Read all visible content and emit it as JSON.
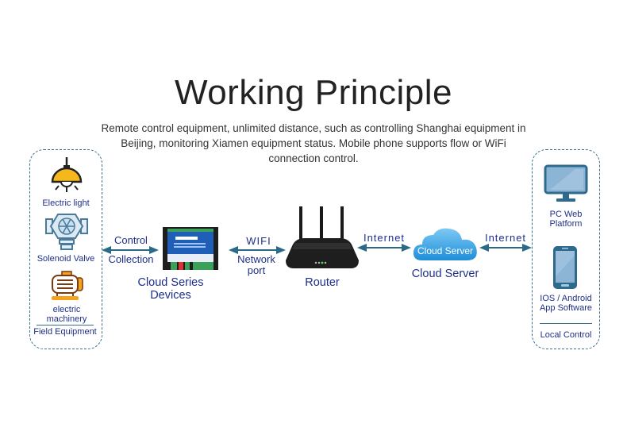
{
  "title": "Working Principle",
  "subtitle": "Remote control equipment, unlimited distance, such as controlling Shanghai equipment in Beijing, monitoring Xiamen equipment status. Mobile phone supports flow or WiFi connection control.",
  "colors": {
    "label_text": "#1e2f8a",
    "arrow": "#2b6a86",
    "dashed_border": "#3a6f8c",
    "icon_orange": "#f5a21c",
    "icon_blue": "#4a7a9a",
    "cloud": "#3aa0e0"
  },
  "field_equipment": {
    "items": [
      {
        "icon": "ceiling-lamp-icon",
        "label": "Electric light"
      },
      {
        "icon": "solenoid-valve-icon",
        "label": "Solenoid Valve"
      },
      {
        "icon": "electric-motor-icon",
        "label": "electric machinery"
      }
    ],
    "footer": "Field Equipment"
  },
  "links": {
    "field_to_device": {
      "top": "Control",
      "bottom": "Collection"
    },
    "device_to_router": {
      "top": "WIFI",
      "bottom": "Network port"
    },
    "router_to_cloud": {
      "top": "Internet"
    },
    "cloud_to_local": {
      "top": "Internet"
    }
  },
  "nodes": {
    "device": {
      "icon": "controller-device-icon",
      "label_line1": "Cloud Series",
      "label_line2": "Devices"
    },
    "router": {
      "icon": "router-icon",
      "label": "Router"
    },
    "cloud": {
      "icon": "cloud-icon",
      "badge": "Cloud Server",
      "label": "Cloud Server"
    }
  },
  "local_control": {
    "items": [
      {
        "icon": "monitor-icon",
        "label_line1": "PC Web",
        "label_line2": "Platform"
      },
      {
        "icon": "smartphone-icon",
        "label_line1": "IOS / Android",
        "label_line2": "App Software"
      }
    ],
    "footer": "Local Control"
  }
}
